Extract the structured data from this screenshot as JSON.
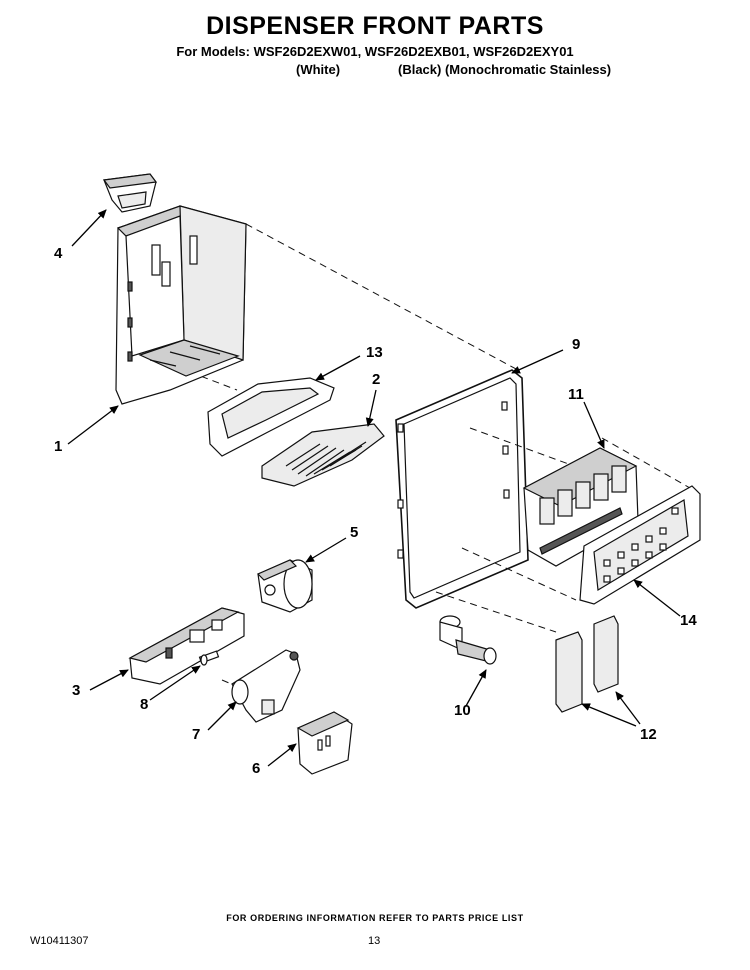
{
  "header": {
    "title": "DISPENSER FRONT PARTS",
    "models_line": "For Models: WSF26D2EXW01, WSF26D2EXB01, WSF26D2EXY01",
    "variants": [
      "(White)",
      "(Black) (Monochromatic Stainless)"
    ]
  },
  "callouts": {
    "c1": "1",
    "c2": "2",
    "c3": "3",
    "c4": "4",
    "c5": "5",
    "c6": "6",
    "c7": "7",
    "c8": "8",
    "c9": "9",
    "c10": "10",
    "c11": "11",
    "c12": "12",
    "c13": "13",
    "c14": "14"
  },
  "footer": {
    "ordering_note": "FOR ORDERING INFORMATION REFER TO PARTS PRICE LIST",
    "document_number": "W10411307",
    "page_number": "13"
  }
}
